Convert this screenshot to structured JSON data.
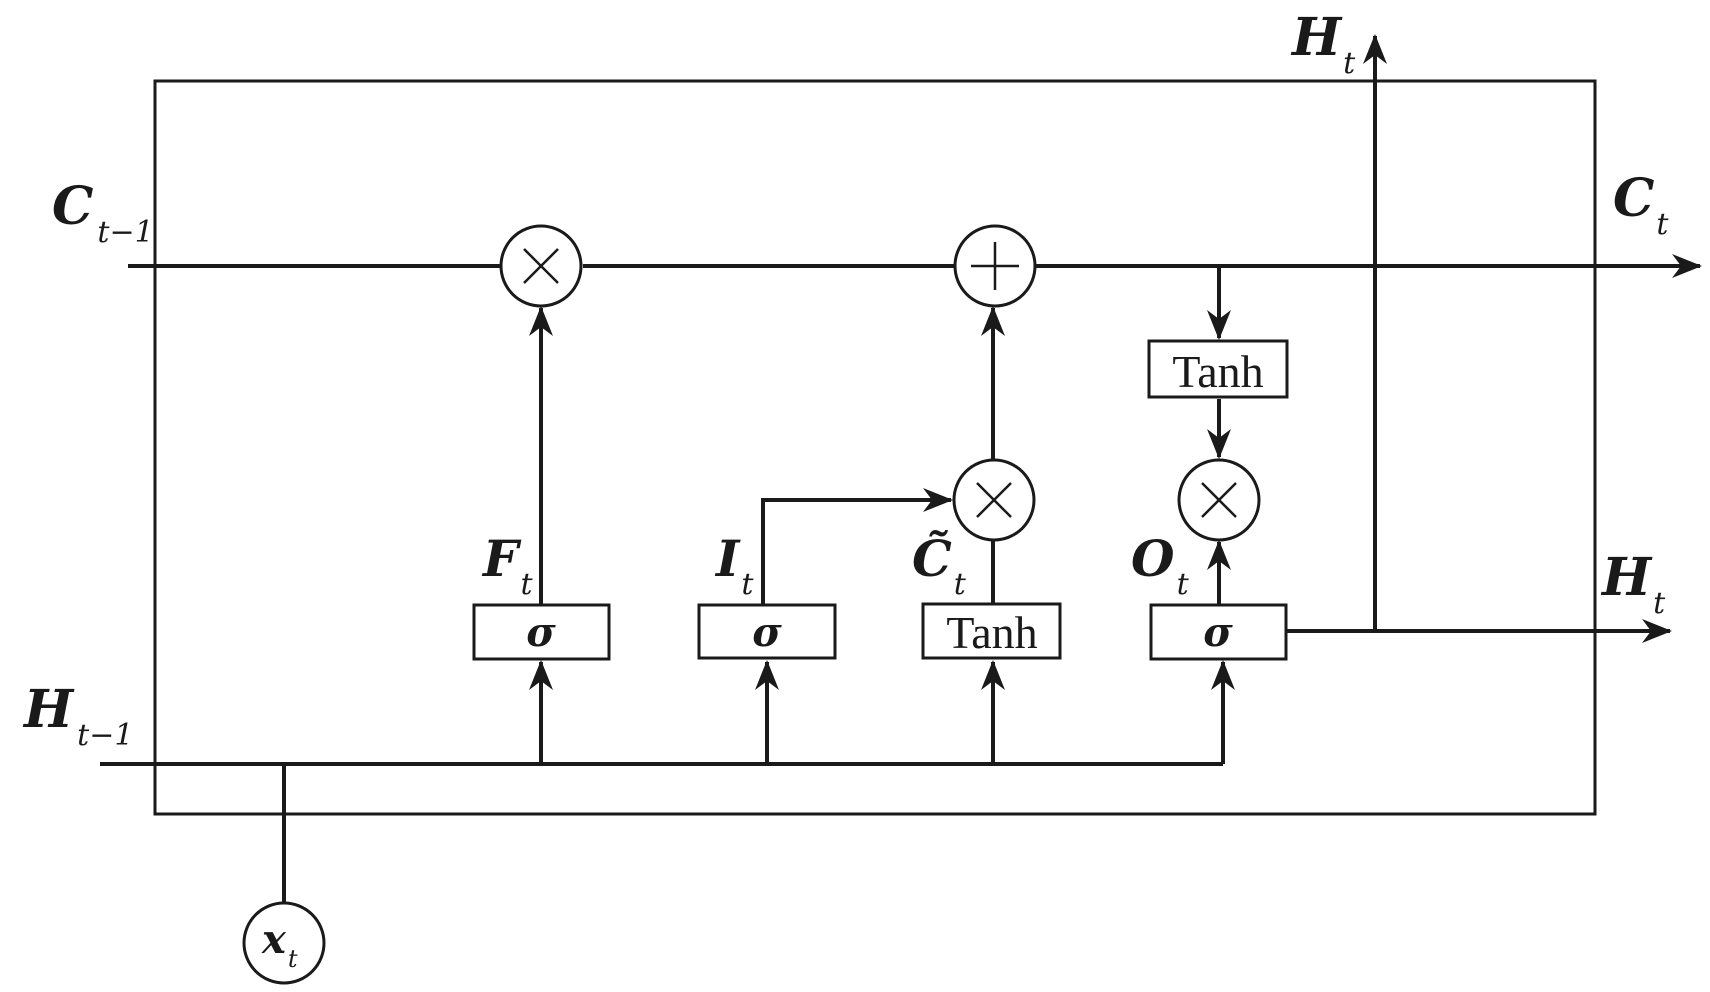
{
  "inputs": {
    "c_prev": {
      "symbol": "C",
      "subscript": "t−1"
    },
    "h_prev": {
      "symbol": "H",
      "subscript": "t−1"
    },
    "x": {
      "symbol": "x",
      "subscript": "t"
    }
  },
  "outputs": {
    "c": {
      "symbol": "C",
      "subscript": "t"
    },
    "h_right": {
      "symbol": "H",
      "subscript": "t"
    },
    "h_top": {
      "symbol": "H",
      "subscript": "t"
    }
  },
  "gates": {
    "forget": {
      "symbol": "F",
      "subscript": "t",
      "activation": "σ"
    },
    "input": {
      "symbol": "I",
      "subscript": "t",
      "activation": "σ"
    },
    "candidate": {
      "symbol": "C̃",
      "subscript": "t",
      "activation": "Tanh"
    },
    "output": {
      "symbol": "O",
      "subscript": "t",
      "activation": "σ"
    }
  },
  "cell_activation": {
    "label": "Tanh"
  },
  "operators": {
    "forget_multiply": "multiply",
    "cell_add": "add",
    "input_multiply": "multiply",
    "output_multiply": "multiply"
  }
}
